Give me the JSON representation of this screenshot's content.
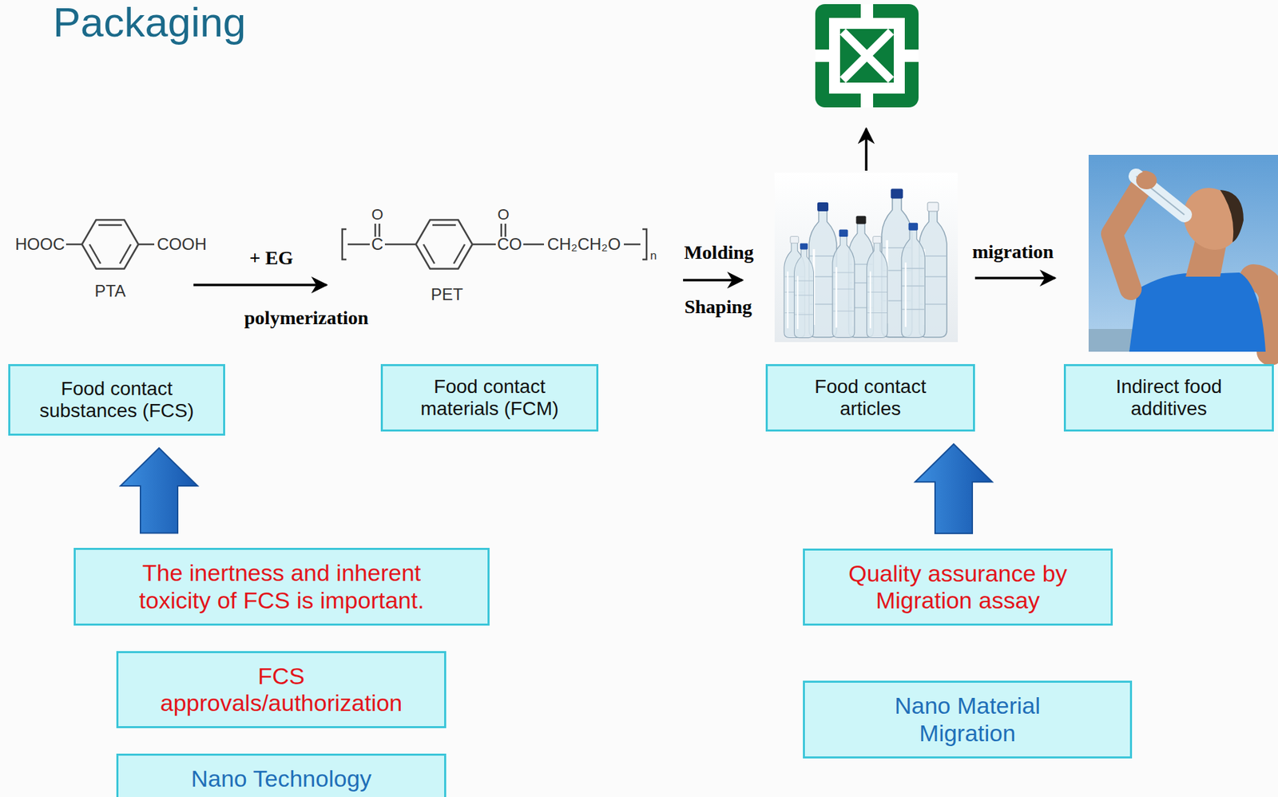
{
  "diagram": {
    "title": "Packaging",
    "nodes": [
      {
        "text": [
          "Food contact substances (FCS)"
        ]
      },
      {
        "text": [
          "Food contact materials (FCM)"
        ]
      },
      {
        "text": [
          "Food contact articles"
        ]
      },
      {
        "text": [
          "Indirect food additives"
        ]
      },
      {
        "text": [
          "The inertness and inherent toxicity of FCS is important."
        ]
      },
      {
        "text": [
          "Quality assurance by Migration assay"
        ]
      },
      {
        "text": [
          "FCS approvals/authorization"
        ]
      },
      {
        "text": [
          "Nano Material Migration"
        ]
      },
      {
        "text": [
          "Nano Technology"
        ]
      }
    ],
    "edges": [
      {
        "from": 4,
        "to": 0,
        "arrow": "to"
      },
      {
        "from": 5,
        "to": 2,
        "arrow": "to"
      }
    ],
    "labels": [
      "HOOC",
      "COOH",
      "PTA",
      "+ EG",
      "polymerization",
      "O",
      "C",
      "O",
      "CO",
      "CH₂CH₂O",
      "n",
      "PET",
      "Molding",
      "Shaping",
      "migration"
    ]
  }
}
